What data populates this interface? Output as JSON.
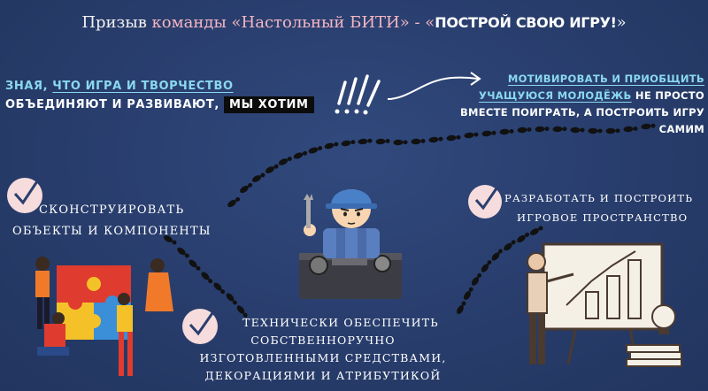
{
  "title": {
    "part1": "Призыв",
    "part2": " команды «Настольный БИТИ» - «",
    "part3": "ПОСТРОЙ СВОЮ ИГРУ!",
    "part4": "»"
  },
  "intro": {
    "line1_a": "ЗНАЯ, ",
    "line1_b": "ЧТО ИГРА И ТВОРЧЕСТВО",
    "line2_a": "ОБЪЕДИНЯЮТ И РАЗВИВАЮТ, ",
    "line2_b": "МЫ ХОТИМ"
  },
  "motivation": {
    "line1": "МОТИВИРОВАТЬ И ПРИОБЩИТЬ",
    "line2_a": "УЧАЩУЮСЯ МОЛОДЁЖЬ",
    "line2_b": " НЕ ПРОСТО",
    "line3": "ВМЕСТЕ ПОИГРАТЬ, А ПОСТРОИТЬ ИГРУ",
    "line4": "САМИМ"
  },
  "steps": {
    "construct": {
      "line1": "СКОНСТРУИРОВАТЬ",
      "line2": "ОБЪЕКТЫ И КОМПОНЕНТЫ"
    },
    "develop": {
      "line1": "РАЗРАБОТАТЬ И ПОСТРОИТЬ",
      "line2": "ИГРОВОЕ ПРОСТРАНСТВО"
    },
    "provide": {
      "line1": "ТЕХНИЧЕСКИ ОБЕСПЕЧИТЬ",
      "line2": "СОБСТВЕННОРУЧНО",
      "line3": "ИЗГОТОВЛЕННЫМИ СРЕДСТВАМИ,",
      "line4": "ДЕКОРАЦИЯМИ И АТРИБУТИКОЙ"
    }
  },
  "icons": {
    "check": "check-circle-icon",
    "exclamation": "exclamation-marks-icon",
    "arrow": "curved-arrow-icon",
    "footprints": "footprints-path",
    "mechanic": "mechanic-illustration",
    "puzzle": "puzzle-team-illustration",
    "presenter": "presenter-chart-illustration"
  },
  "colors": {
    "background": "#2a3f6e",
    "accent_cyan": "#8ad8f0",
    "accent_pink": "#f4b6c2",
    "check_circle": "#f6dcdc",
    "check_mark": "#2a3f6e"
  }
}
